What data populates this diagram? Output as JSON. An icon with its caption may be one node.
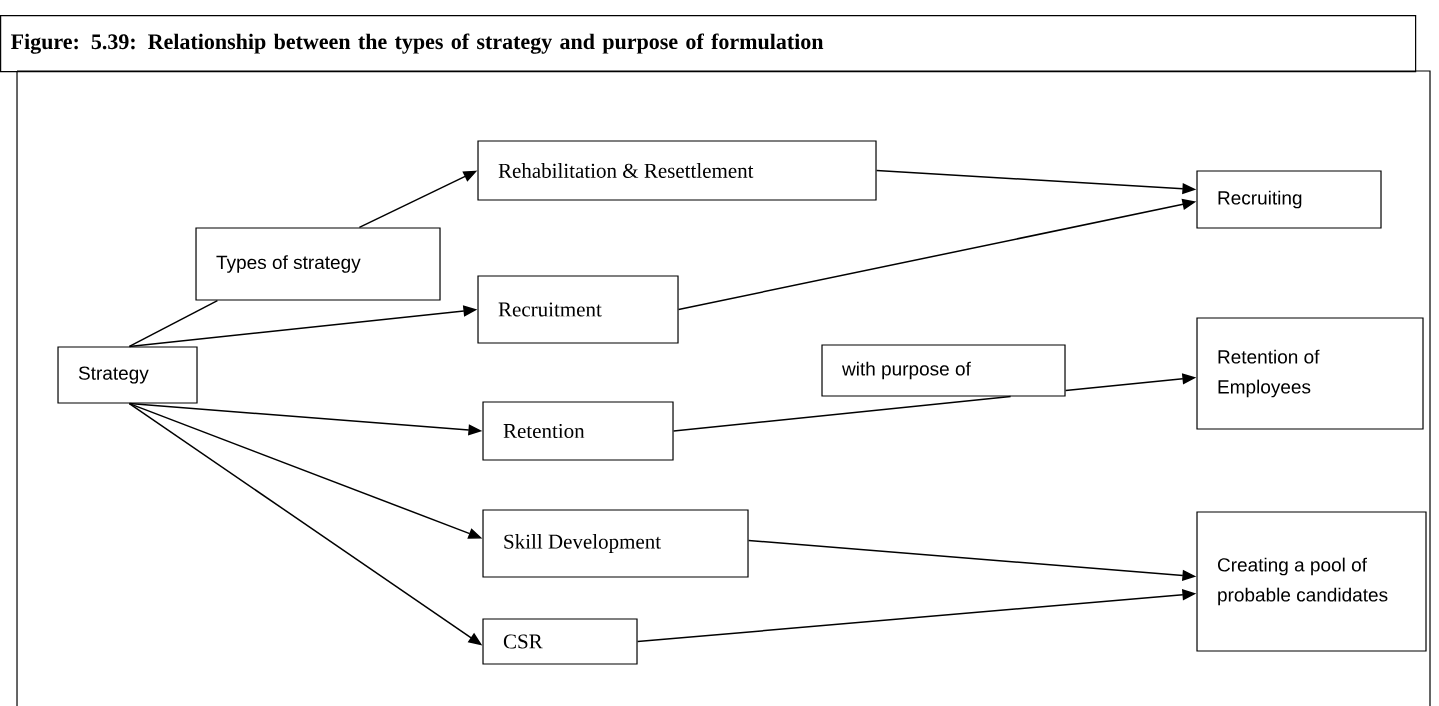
{
  "diagram": {
    "title": "Figure: 5.39: Relationship between the types of strategy and purpose of formulation",
    "nodes": [
      {
        "text": [
          "Strategy"
        ]
      },
      {
        "text": [
          "Types of strategy"
        ]
      },
      {
        "text": [
          "Rehabilitation & Resettlement"
        ]
      },
      {
        "text": [
          "Recruitment"
        ]
      },
      {
        "text": [
          "Retention"
        ]
      },
      {
        "text": [
          "Skill Development"
        ]
      },
      {
        "text": [
          "CSR"
        ]
      },
      {
        "text": [
          "with purpose of"
        ]
      },
      {
        "text": [
          "Recruiting"
        ]
      },
      {
        "text": [
          "Retention of Employees"
        ]
      },
      {
        "text": [
          "Creating a pool of probable candidates"
        ]
      }
    ],
    "edges": [
      {
        "from": 0,
        "to": 1,
        "arrow": "none"
      },
      {
        "from": 1,
        "to": 2,
        "arrow": "to"
      },
      {
        "from": 0,
        "to": 3,
        "arrow": "to"
      },
      {
        "from": 0,
        "to": 4,
        "arrow": "to"
      },
      {
        "from": 0,
        "to": 5,
        "arrow": "to"
      },
      {
        "from": 0,
        "to": 6,
        "arrow": "to"
      },
      {
        "from": 2,
        "to": 8,
        "arrow": "to"
      },
      {
        "from": 3,
        "to": 8,
        "arrow": "to"
      },
      {
        "from": 4,
        "to": 7,
        "arrow": "none"
      },
      {
        "from": 7,
        "to": 9,
        "arrow": "to"
      },
      {
        "from": 5,
        "to": 10,
        "arrow": "to"
      },
      {
        "from": 6,
        "to": 10,
        "arrow": "to"
      }
    ]
  }
}
